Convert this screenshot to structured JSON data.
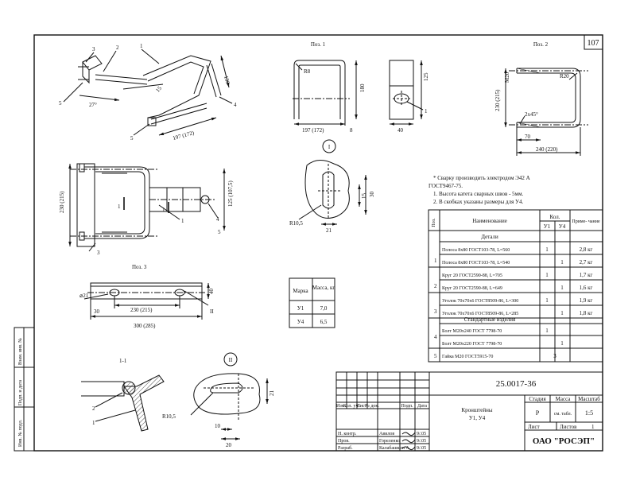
{
  "sheet_number": "107",
  "views": {
    "pos1": "Поз. 1",
    "pos2": "Поз. 2",
    "pos3": "Поз. 3",
    "section_1_1": "1-1",
    "detail_I": "I",
    "detail_II": "II"
  },
  "dims": {
    "angle_27": "27°",
    "d15_top": "15",
    "d197_172_iso": "197 (172)",
    "d130": "130",
    "r8": "R8",
    "d180": "180",
    "d197_172": "197 (172)",
    "d8": "8",
    "d125": "125",
    "d40_p1": "40",
    "m20_p2": "M20",
    "r20_p2": "R20",
    "d230_215_p2": "230 (215)",
    "chamfer": "2x45°",
    "d70": "70",
    "d240_220": "240 (220)",
    "d230_215_front": "230 (215)",
    "d125_107": "125 (107,5)",
    "d15_det1": "15",
    "d30": "30",
    "r105_det1": "R10,5",
    "d21_det1": "21",
    "diam21": "⌀21",
    "d40_p3": "40",
    "d30_p3": "30",
    "d230_215_p3": "230 (215)",
    "d300_285": "300 (285)",
    "r105_det2": "R10,5",
    "d21_det2": "21",
    "d10": "10",
    "d20": "20"
  },
  "callouts": {
    "c1": "1",
    "c2": "2",
    "c3": "3",
    "c4": "4",
    "c5": "5",
    "cII": "II"
  },
  "notes": [
    "* Сварку производить электродом Э42 А",
    "ГОСТ9467-75.",
    "1. Высота катета сварных швов - 5мм.",
    "2. В скобках указаны размеры для У4."
  ],
  "mass_table": {
    "headers": [
      "Марка",
      "Масса, кг"
    ],
    "rows": [
      [
        "У1",
        "7,0"
      ],
      [
        "У4",
        "6,5"
      ]
    ]
  },
  "spec_table": {
    "headers": {
      "pos": "Поз.",
      "name": "Наименование",
      "qty": "Кол.",
      "u1": "У1",
      "u4": "У4",
      "note": "Приме- чание"
    },
    "sections": {
      "details": "Детали",
      "standard": "Стандартные изделия"
    },
    "rows": [
      {
        "pos": "1",
        "name": "Полоса 8х80 ГОСТ103-78, L=560",
        "u1": "1",
        "u4": "",
        "note": "2,8 кг"
      },
      {
        "pos": "",
        "name": "Полоса 8х80 ГОСТ103-78, L=540",
        "u1": "",
        "u4": "1",
        "note": "2,7 кг"
      },
      {
        "pos": "2",
        "name": "Круг 20 ГОСТ2590-88, L=705",
        "u1": "1",
        "u4": "",
        "note": "1,7 кг"
      },
      {
        "pos": "",
        "name": "Круг 20 ГОСТ2590-88, L=649",
        "u1": "",
        "u4": "1",
        "note": "1,6 кг"
      },
      {
        "pos": "3",
        "name": "Уголок 70х70х6 ГОСТ8509-86, L=300",
        "u1": "1",
        "u4": "",
        "note": "1,9 кг"
      },
      {
        "pos": "",
        "name": "Уголок 70х70х6 ГОСТ8509-86, L=285",
        "u1": "",
        "u4": "1",
        "note": "1,8 кг"
      },
      {
        "pos": "4",
        "name": "Болт М20х240 ГОСТ 7798-70",
        "u1": "1",
        "u4": "",
        "note": ""
      },
      {
        "pos": "",
        "name": "Болт М20х220 ГОСТ 7798-70",
        "u1": "",
        "u4": "1",
        "note": ""
      },
      {
        "pos": "5",
        "name": "Гайка М20 ГОСТ5915-70",
        "u1": "3",
        "u4": "",
        "note": ""
      }
    ]
  },
  "side_stamp": [
    "Инв. № подл.",
    "Подп. и дата",
    "Взам. инв. №"
  ],
  "title_block": {
    "code": "25.0017-36",
    "title_line1": "Кронштейны",
    "title_line2": "У1, У4",
    "cols": [
      "Изм.",
      "Кол. уч.",
      "Лист",
      "№ док.",
      "Подп.",
      "Дата"
    ],
    "roles": [
      "Н. контр.",
      "Пров.",
      "Разраб."
    ],
    "names": [
      "Авилов",
      "Гореленко",
      "Калабашкин А."
    ],
    "dates": [
      "9/.05",
      "9/.05",
      "9/.05"
    ],
    "stage_hdr": "Стадия",
    "mass_hdr": "Масса",
    "scale_hdr": "Масштаб",
    "stage": "Р",
    "mass": "см. табл.",
    "scale": "1:5",
    "sheet_lbl": "Лист",
    "sheets_lbl": "Листов",
    "sheets": "1",
    "org": "ОАО \"РОСЭП\""
  }
}
